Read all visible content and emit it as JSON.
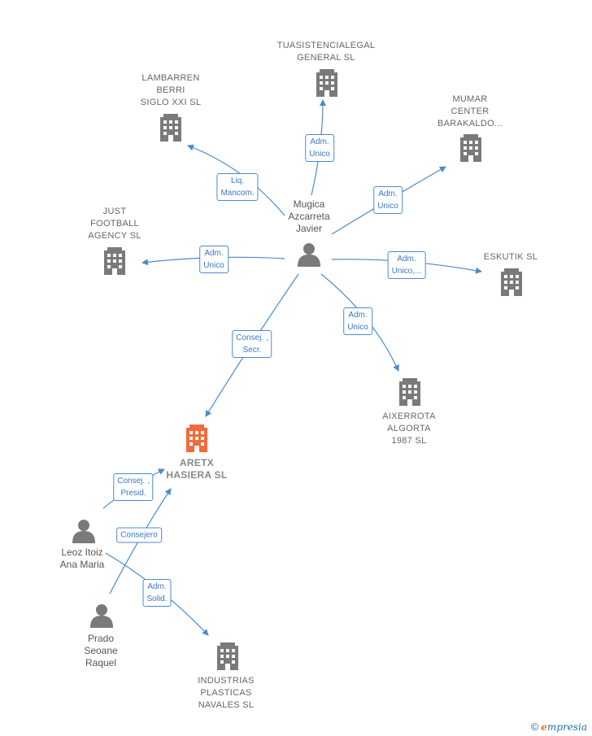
{
  "center_person": {
    "label": "Mugica\nAzcarreta\nJavier"
  },
  "companies": [
    {
      "id": "tuasistencia",
      "label": "TUASISTENCIALEGAL\nGENERAL SL",
      "main": false
    },
    {
      "id": "lambarren",
      "label": "LAMBARREN\nBERRI\nSIGLO XXI  SL",
      "main": false
    },
    {
      "id": "mumar",
      "label": "MUMAR\nCENTER\nBARAKALDO...",
      "main": false
    },
    {
      "id": "just",
      "label": "JUST\nFOOTBALL\nAGENCY  SL",
      "main": false
    },
    {
      "id": "eskutik",
      "label": "ESKUTIK  SL",
      "main": false
    },
    {
      "id": "aixerrota",
      "label": "AIXERROTA\nALGORTA\n1987  SL",
      "main": false
    },
    {
      "id": "aretx",
      "label": "ARETX\nHASIERA  SL",
      "main": true
    },
    {
      "id": "industrias",
      "label": "INDUSTRIAS\nPLASTICAS\nNAVALES  SL",
      "main": false
    }
  ],
  "persons": [
    {
      "id": "leoz",
      "label": "Leoz Itoiz\nAna Maria"
    },
    {
      "id": "prado",
      "label": "Prado\nSeoane\nRaquel"
    }
  ],
  "relations": [
    {
      "id": "r-tuasistencia",
      "label": "Adm.\nUnico"
    },
    {
      "id": "r-lambarren",
      "label": "Liq.\nMancom."
    },
    {
      "id": "r-mumar",
      "label": "Adm.\nUnico"
    },
    {
      "id": "r-just",
      "label": "Adm.\nUnico"
    },
    {
      "id": "r-eskutik",
      "label": "Adm.\nUnico,..."
    },
    {
      "id": "r-aixerrota",
      "label": "Adm.\nUnico"
    },
    {
      "id": "r-aretx",
      "label": "Consej. ,\nSecr."
    },
    {
      "id": "r-leoz-aretx",
      "label": "Consej. ,\nPresid."
    },
    {
      "id": "r-prado-aretx",
      "label": "Consejero"
    },
    {
      "id": "r-leoz-industrias",
      "label": "Adm.\nSolid."
    }
  ],
  "colors": {
    "edge": "#4a8ad0",
    "building": "#7a7a7a",
    "building_main": "#f26b3a",
    "person": "#7a7a7a"
  },
  "footer": {
    "copyright": "©",
    "brand_initial": "e",
    "brand_rest": "mpresia"
  }
}
